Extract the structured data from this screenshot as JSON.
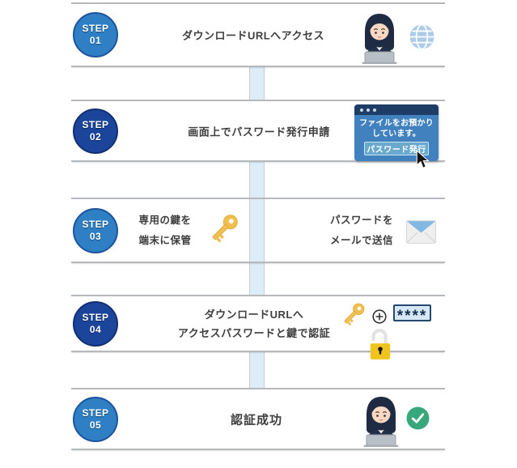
{
  "colors": {
    "step_light_blue": "#2e7fc4",
    "step_dark_blue": "#1b449b",
    "connector_blue": "#dcedf8",
    "divider_gray": "#b6b9bc",
    "text_gray": "#3e3e3e",
    "key_gold": "#f0bf52",
    "lock_yellow": "#f0c41e",
    "check_green": "#36a87c",
    "globe_blue": "#abcbe9",
    "window_header_navy": "#1d3c66",
    "window_body_blue": "#4181bd",
    "window_button_blue": "#6aa9ce",
    "envelope_flap_blue": "#83b8e3"
  },
  "steps": [
    {
      "badge_top": "STEP",
      "badge_num": "01",
      "title": "ダウンロードURLへアクセス",
      "icons": [
        "person-at-laptop-icon",
        "globe-icon"
      ]
    },
    {
      "badge_top": "STEP",
      "badge_num": "02",
      "title": "画面上でパスワード発行申請",
      "dialog": {
        "message_line1": "ファイルをお預かり",
        "message_line2": "しています。",
        "button_label": "パスワード発行"
      },
      "icons": [
        "browser-window",
        "cursor-icon"
      ]
    },
    {
      "badge_top": "STEP",
      "badge_num": "03",
      "left": {
        "line1": "専用の鍵を",
        "line2": "端末に保管",
        "icon": "key-icon"
      },
      "right": {
        "line1": "パスワードを",
        "line2": "メールで送信",
        "icon": "envelope-icon"
      }
    },
    {
      "badge_top": "STEP",
      "badge_num": "04",
      "title_line1": "ダウンロードURLへ",
      "title_line2": "アクセスパスワードと鍵で認証",
      "password_mask": "****",
      "icons": [
        "key-icon",
        "plus-circle-icon",
        "password-field",
        "open-padlock-icon"
      ]
    },
    {
      "badge_top": "STEP",
      "badge_num": "05",
      "title": "認証成功",
      "icons": [
        "person-at-laptop-icon",
        "check-circle-icon"
      ]
    }
  ]
}
